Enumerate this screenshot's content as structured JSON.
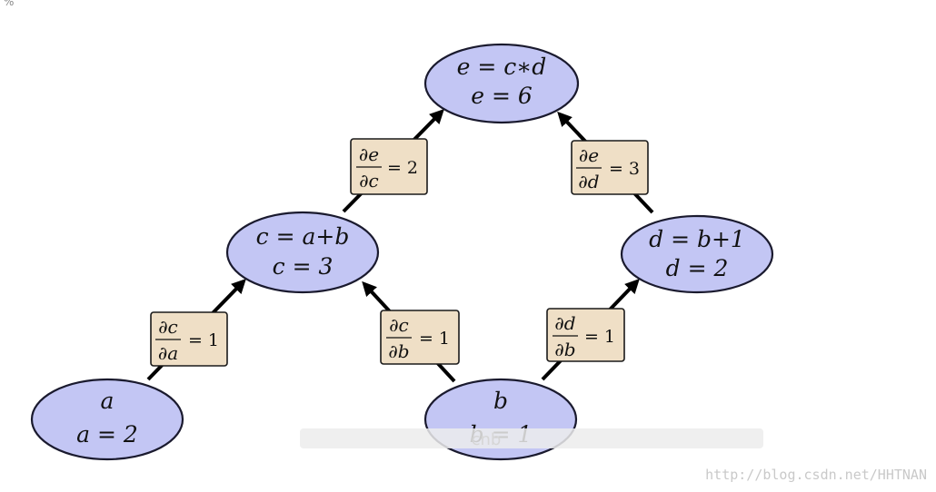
{
  "corner_mark": "%",
  "watermark": "http://blog.csdn.net/HHTNAN",
  "blurred_text": "cnb",
  "nodes": {
    "e": {
      "line1": "e = c∗d",
      "line2": "e = 6"
    },
    "c": {
      "line1": "c = a+b",
      "line2": "c = 3"
    },
    "d": {
      "line1": "d = b+1",
      "line2": "d = 2"
    },
    "a": {
      "line1": "a",
      "line2": "a = 2"
    },
    "b": {
      "line1": "b",
      "line2": "b = 1"
    }
  },
  "edges": {
    "c_to_e": {
      "num": "∂e",
      "den": "∂c",
      "value": "= 2"
    },
    "d_to_e": {
      "num": "∂e",
      "den": "∂d",
      "value": "= 3"
    },
    "a_to_c": {
      "num": "∂c",
      "den": "∂a",
      "value": "= 1"
    },
    "b_to_c": {
      "num": "∂c",
      "den": "∂b",
      "value": "= 1"
    },
    "b_to_d": {
      "num": "∂d",
      "den": "∂b",
      "value": "= 1"
    }
  },
  "colors": {
    "node_fill": "#c3c6f4",
    "label_fill": "#efdfc6",
    "edge": "#000000"
  }
}
